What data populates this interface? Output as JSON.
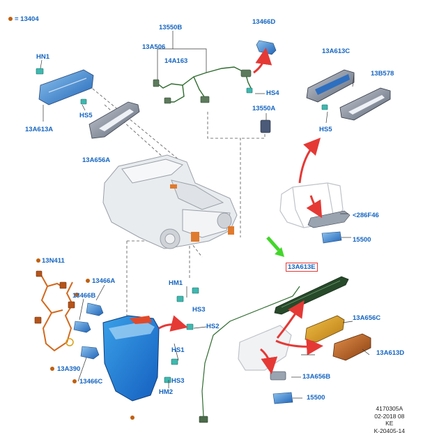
{
  "legend": {
    "marker_color": "#c06010",
    "text": "= 13404"
  },
  "labels": {
    "l13550B": "13550B",
    "l13466D": "13466D",
    "lHN1": "HN1",
    "l13A506": "13A506",
    "l14A163": "14A163",
    "l13A613C": "13A613C",
    "l13B578": "13B578",
    "lHS4": "HS4",
    "l13550A": "13550A",
    "lHS5a": "HS5",
    "lHS5b": "HS5",
    "l13A613A": "13A613A",
    "l13A656A": "13A656A",
    "l286F46": "<286F46",
    "l15500a": "15500",
    "l13N411": "13N411",
    "l13A613E": "13A613E",
    "lHM1": "HM1",
    "l13466A": "13466A",
    "l13466B": "13466B",
    "lHS3a": "HS3",
    "lHS2": "HS2",
    "l13A656C": "13A656C",
    "lHS1": "HS1",
    "l13A613D": "13A613D",
    "l13A390": "13A390",
    "l13466C": "13466C",
    "lHS3b": "HS3",
    "l13A656B": "13A656B",
    "lHM2": "HM2",
    "l15500b": "15500"
  },
  "info": {
    "line1": "4170305A",
    "line2": "02-2018 08",
    "line3": "KE",
    "line4": "K-20405-14"
  },
  "colors": {
    "label": "#1565c0",
    "arrow_red": "#e53935",
    "arrow_green": "#43d62b",
    "highlight_box": "#e53935",
    "fastener": "#3fb8af",
    "lamp_blue": "#4a95d6",
    "lamp_amber": "#d99a1e",
    "wire_green": "#2e6b2e",
    "harness_orange": "#d2691e"
  }
}
